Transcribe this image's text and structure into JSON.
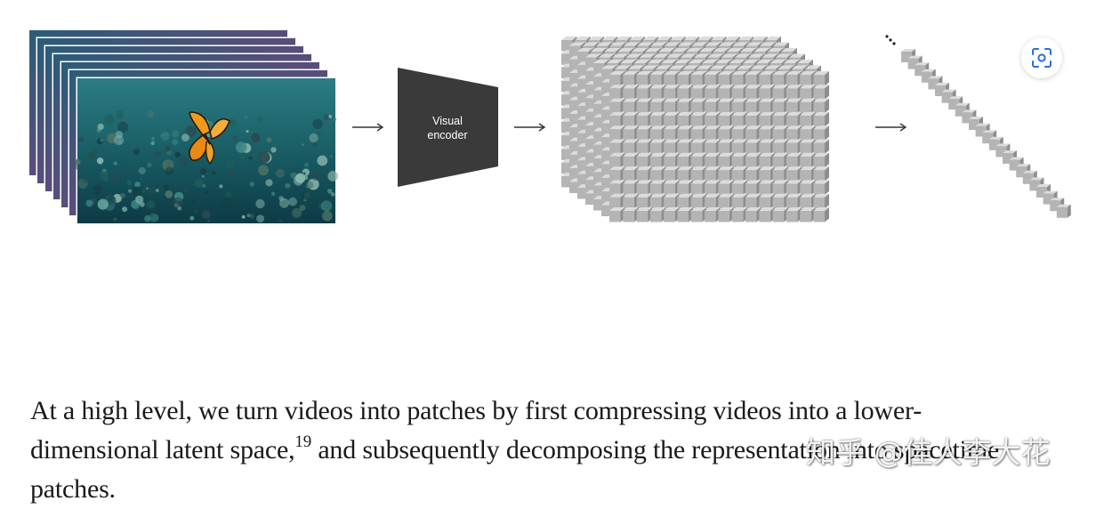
{
  "diagram": {
    "encoder_label_line1": "Visual",
    "encoder_label_line2": "encoder",
    "colors": {
      "encoder_fill": "#3a3a3a",
      "cube_front": "#b4b4b4",
      "cube_top": "#dcdcdc",
      "cube_side": "#8e8e8e",
      "arrow": "#333333",
      "water_deep": "#0d3a45",
      "water_light": "#2c7d84",
      "butterfly": "#f29a1d"
    },
    "icons": [
      "right-arrow-icon",
      "lens-search-icon"
    ]
  },
  "caption": {
    "part1": "At a high level, we turn videos into patches by first compressing videos into a lower-dimensional latent space,",
    "footnote": "19",
    "part2": " and subsequently decomposing the representation into spacetime patches."
  },
  "watermark": {
    "text": "知乎 @佳人李大花"
  }
}
